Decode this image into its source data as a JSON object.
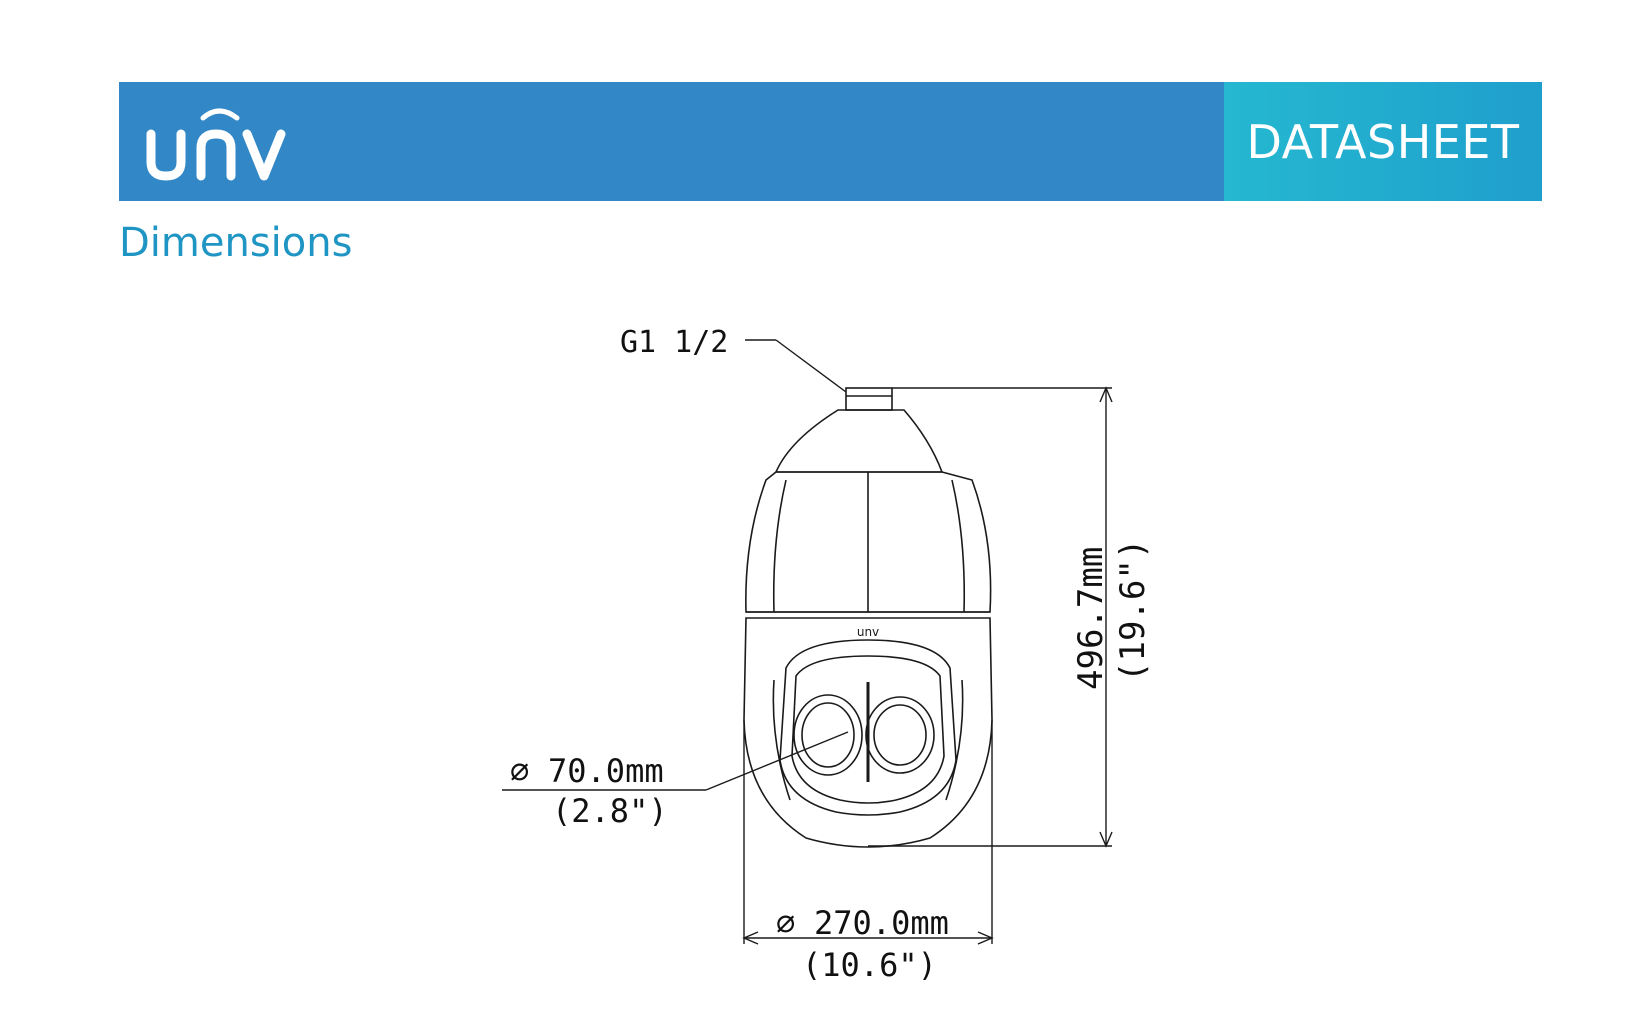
{
  "header": {
    "brand": "UNV",
    "tag": "DATASHEET",
    "bar_color": "#3287c6",
    "tag_color": "#25b8d0"
  },
  "section": {
    "title": "Dimensions"
  },
  "drawing": {
    "thread_label": "G1 1/2",
    "height_mm": "496.7mm",
    "height_in": "(19.6\")",
    "lens_diameter_mm": "70.0mm",
    "lens_diameter_in": "(2.8\")",
    "base_diameter_mm": "270.0mm",
    "base_diameter_in": "(10.6\")",
    "diameter_symbol": "∅",
    "body_logo": "unv"
  }
}
